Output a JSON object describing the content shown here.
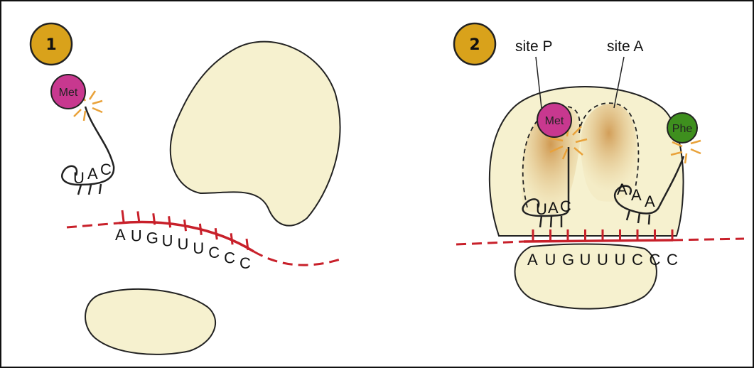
{
  "panels": [
    {
      "step": "1",
      "amino_acid": "Met",
      "anticodon": [
        "U",
        "A",
        "C"
      ],
      "mrna_codons": [
        "A",
        "U",
        "G",
        "U",
        "U",
        "U",
        "C",
        "C",
        "C"
      ]
    },
    {
      "step": "2",
      "site_p_label": "site  P",
      "site_a_label": "site  A",
      "amino_acid_p": "Met",
      "amino_acid_a": "Phe",
      "anticodon_p": [
        "U",
        "A",
        "C"
      ],
      "anticodon_a": [
        "A",
        "A",
        "A"
      ],
      "mrna_codons": [
        "A",
        "U",
        "G",
        "U",
        "U",
        "U",
        "C",
        "C",
        "C"
      ]
    }
  ],
  "colors": {
    "step_badge": "#d9a21b",
    "met": "#c8388f",
    "phe": "#3e8f1e",
    "mrna": "#c8202a",
    "ribosome": "#f6f1cf",
    "ribosome_shade": "#d9a55a",
    "bond_spark": "#e9a23a"
  }
}
